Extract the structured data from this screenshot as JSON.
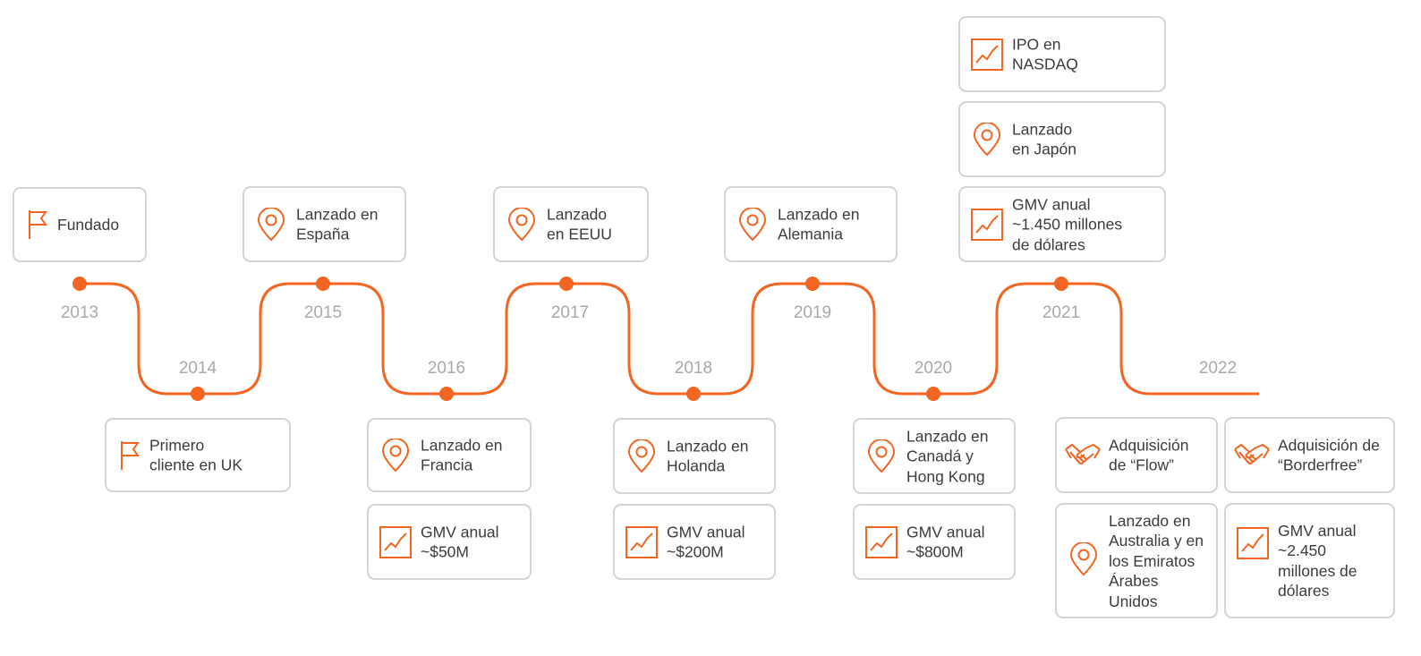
{
  "accent_color": "#f26522",
  "years": [
    "2013",
    "2014",
    "2015",
    "2016",
    "2017",
    "2018",
    "2019",
    "2020",
    "2021",
    "2022"
  ],
  "cards": {
    "y2013": {
      "icon": "flag-icon",
      "text": "Fundado"
    },
    "y2014": {
      "icon": "flag-icon",
      "text": "Primero\ncliente en UK"
    },
    "y2015": {
      "icon": "location-pin-icon",
      "text": "Lanzado en\nEspaña"
    },
    "y2016_launch": {
      "icon": "location-pin-icon",
      "text": "Lanzado en\nFrancia"
    },
    "y2016_gmv": {
      "icon": "growth-chart-icon",
      "text": "GMV anual\n~$50M"
    },
    "y2017": {
      "icon": "location-pin-icon",
      "text": "Lanzado\nen EEUU"
    },
    "y2018_launch": {
      "icon": "location-pin-icon",
      "text": "Lanzado en\nHolanda"
    },
    "y2018_gmv": {
      "icon": "growth-chart-icon",
      "text": "GMV anual\n~$200M"
    },
    "y2019": {
      "icon": "location-pin-icon",
      "text": "Lanzado en\nAlemania"
    },
    "y2020_launch": {
      "icon": "location-pin-icon",
      "text": "Lanzado en\nCanadá y\nHong Kong"
    },
    "y2020_gmv": {
      "icon": "growth-chart-icon",
      "text": "GMV anual\n~$800M"
    },
    "y2021_ipo": {
      "icon": "growth-chart-icon",
      "text": "IPO en\nNASDAQ"
    },
    "y2021_launch": {
      "icon": "location-pin-icon",
      "text": "Lanzado\nen Japón"
    },
    "y2021_gmv": {
      "icon": "growth-chart-icon",
      "text": "GMV anual\n~1.450 millones\nde dólares"
    },
    "y2022_flow": {
      "icon": "handshake-icon",
      "text": "Adquisición\nde “Flow”"
    },
    "y2022_borderfree": {
      "icon": "handshake-icon",
      "text": "Adquisición de\n“Borderfree”"
    },
    "y2022_launch": {
      "icon": "location-pin-icon",
      "text": "Lanzado en\nAustralia y en\nlos Emiratos\nÁrabes\nUnidos"
    },
    "y2022_gmv": {
      "icon": "growth-chart-icon",
      "text": "GMV anual\n~2.450\nmillones de\ndólares"
    }
  }
}
